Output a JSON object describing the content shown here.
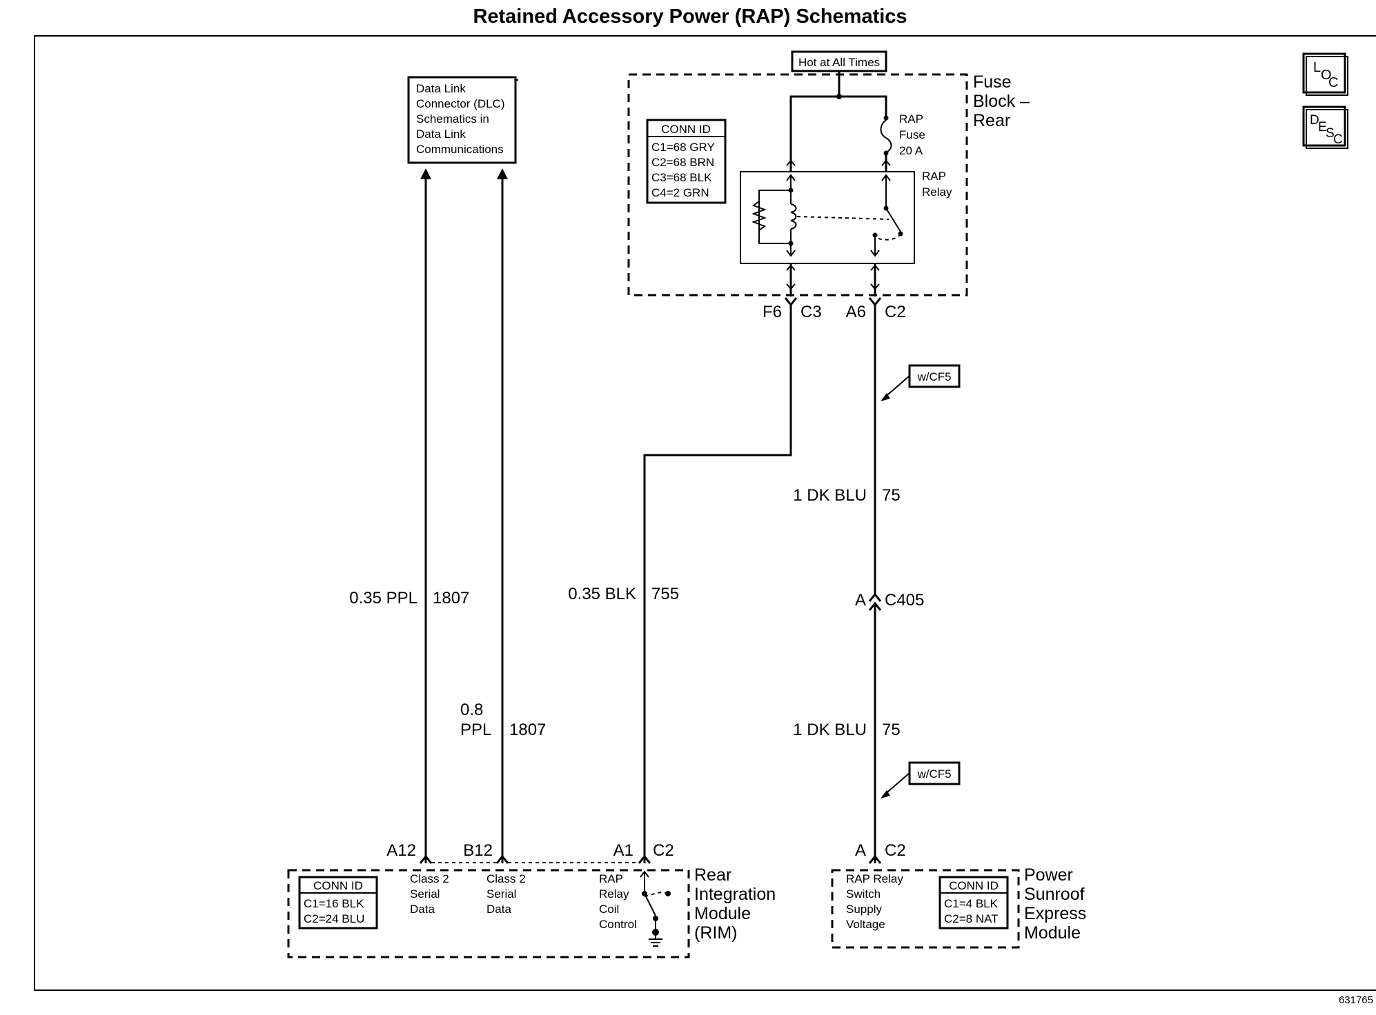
{
  "title": "Retained Accessory Power (RAP) Schematics",
  "figure_id": "631765",
  "nav_icons": {
    "loc_sup": "L",
    "loc_sub": "O",
    "loc_sub2": "C",
    "desc_sup": "D",
    "desc_sub": "E",
    "desc_sub2": "S",
    "desc_sub3": "C"
  },
  "dlc_box": [
    "Data Link",
    "Connector (DLC)",
    "Schematics in",
    "Data Link",
    "Communications"
  ],
  "hot_label": "Hot at All Times",
  "fuse_block": {
    "name": [
      "Fuse",
      "Block –",
      "Rear"
    ],
    "conn_title": "CONN ID",
    "conn_rows": [
      "C1=68 GRY",
      "C2=68 BRN",
      "C3=68 BLK",
      "C4=2 GRN"
    ],
    "fuse_label": [
      "RAP",
      "Fuse",
      "20 A"
    ],
    "relay_label": [
      "RAP",
      "Relay"
    ]
  },
  "pins": {
    "f6": "F6",
    "c3": "C3",
    "a6": "A6",
    "c2_top": "C2",
    "a12": "A12",
    "b12": "B12",
    "a1": "A1",
    "c2_rim": "C2",
    "a_c405": "A",
    "c405": "C405",
    "a_psem": "A",
    "c2_psem": "C2"
  },
  "wires": {
    "w1807a_gauge": "0.35 PPL",
    "w1807a_num": "1807",
    "w1807b_gauge1": "0.8",
    "w1807b_gauge2": "PPL",
    "w1807b_num": "1807",
    "w755_gauge": "0.35 BLK",
    "w755_num": "755",
    "w75a_gauge": "1 DK BLU",
    "w75a_num": "75",
    "w75b_gauge": "1 DK BLU",
    "w75b_num": "75"
  },
  "option_tags": [
    "w/CF5",
    "w/CF5"
  ],
  "rim": {
    "name": [
      "Rear",
      "Integration",
      "Module",
      "(RIM)"
    ],
    "conn_title": "CONN ID",
    "conn_rows": [
      "C1=16 BLK",
      "C2=24 BLU"
    ],
    "ckt1": [
      "Class 2",
      "Serial",
      "Data"
    ],
    "ckt2": [
      "Class 2",
      "Serial",
      "Data"
    ],
    "ckt3": [
      "RAP",
      "Relay",
      "Coil",
      "Control"
    ]
  },
  "psem": {
    "name": [
      "Power",
      "Sunroof",
      "Express",
      "Module"
    ],
    "conn_title": "CONN ID",
    "conn_rows": [
      "C1=4 BLK",
      "C2=8 NAT"
    ],
    "ckt": [
      "RAP Relay",
      "Switch",
      "Supply",
      "Voltage"
    ]
  }
}
